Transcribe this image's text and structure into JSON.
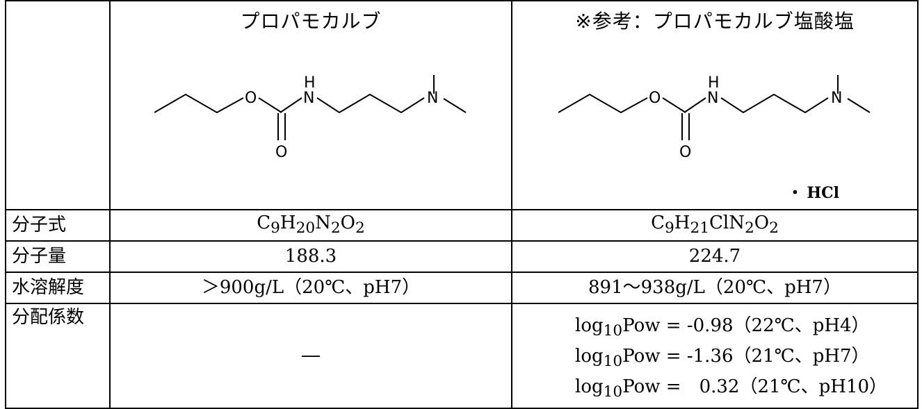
{
  "header": {
    "col1_title": "プロパモカルブ",
    "col2_title": "※参考：プロパモカルブ塩酸塩",
    "col2_salt": "HCl"
  },
  "structure_labels": {
    "nh_h": "H",
    "nh_n": "N",
    "o_ether": "O",
    "o_carbonyl": "O",
    "n_amine": "N"
  },
  "rows": {
    "formula": {
      "label": "分子式",
      "col1": {
        "C": "C",
        "c_n": "9",
        "H": "H",
        "h_n": "20",
        "N": "N",
        "n_n": "2",
        "O": "O",
        "o_n": "2"
      },
      "col2": {
        "C": "C",
        "c_n": "9",
        "H": "H",
        "h_n": "21",
        "Cl": "Cl",
        "N": "N",
        "n_n": "2",
        "O": "O",
        "o_n": "2"
      }
    },
    "mw": {
      "label": "分子量",
      "col1": "188.3",
      "col2": "224.7"
    },
    "solubility": {
      "label": "水溶解度",
      "col1": "＞900g/L（20℃、pH7）",
      "col2": "891～938g/L（20℃、pH7）"
    },
    "partition": {
      "label": "分配係数",
      "col1": "―",
      "col2": [
        {
          "prefix": "log",
          "sub": "10",
          "rest": "Pow = -0.98（22℃、pH4）"
        },
        {
          "prefix": "log",
          "sub": "10",
          "rest": "Pow = -1.36（21℃、pH7）"
        },
        {
          "prefix": "log",
          "sub": "10",
          "rest": "Pow =　0.32（21℃、pH10）"
        }
      ]
    }
  }
}
